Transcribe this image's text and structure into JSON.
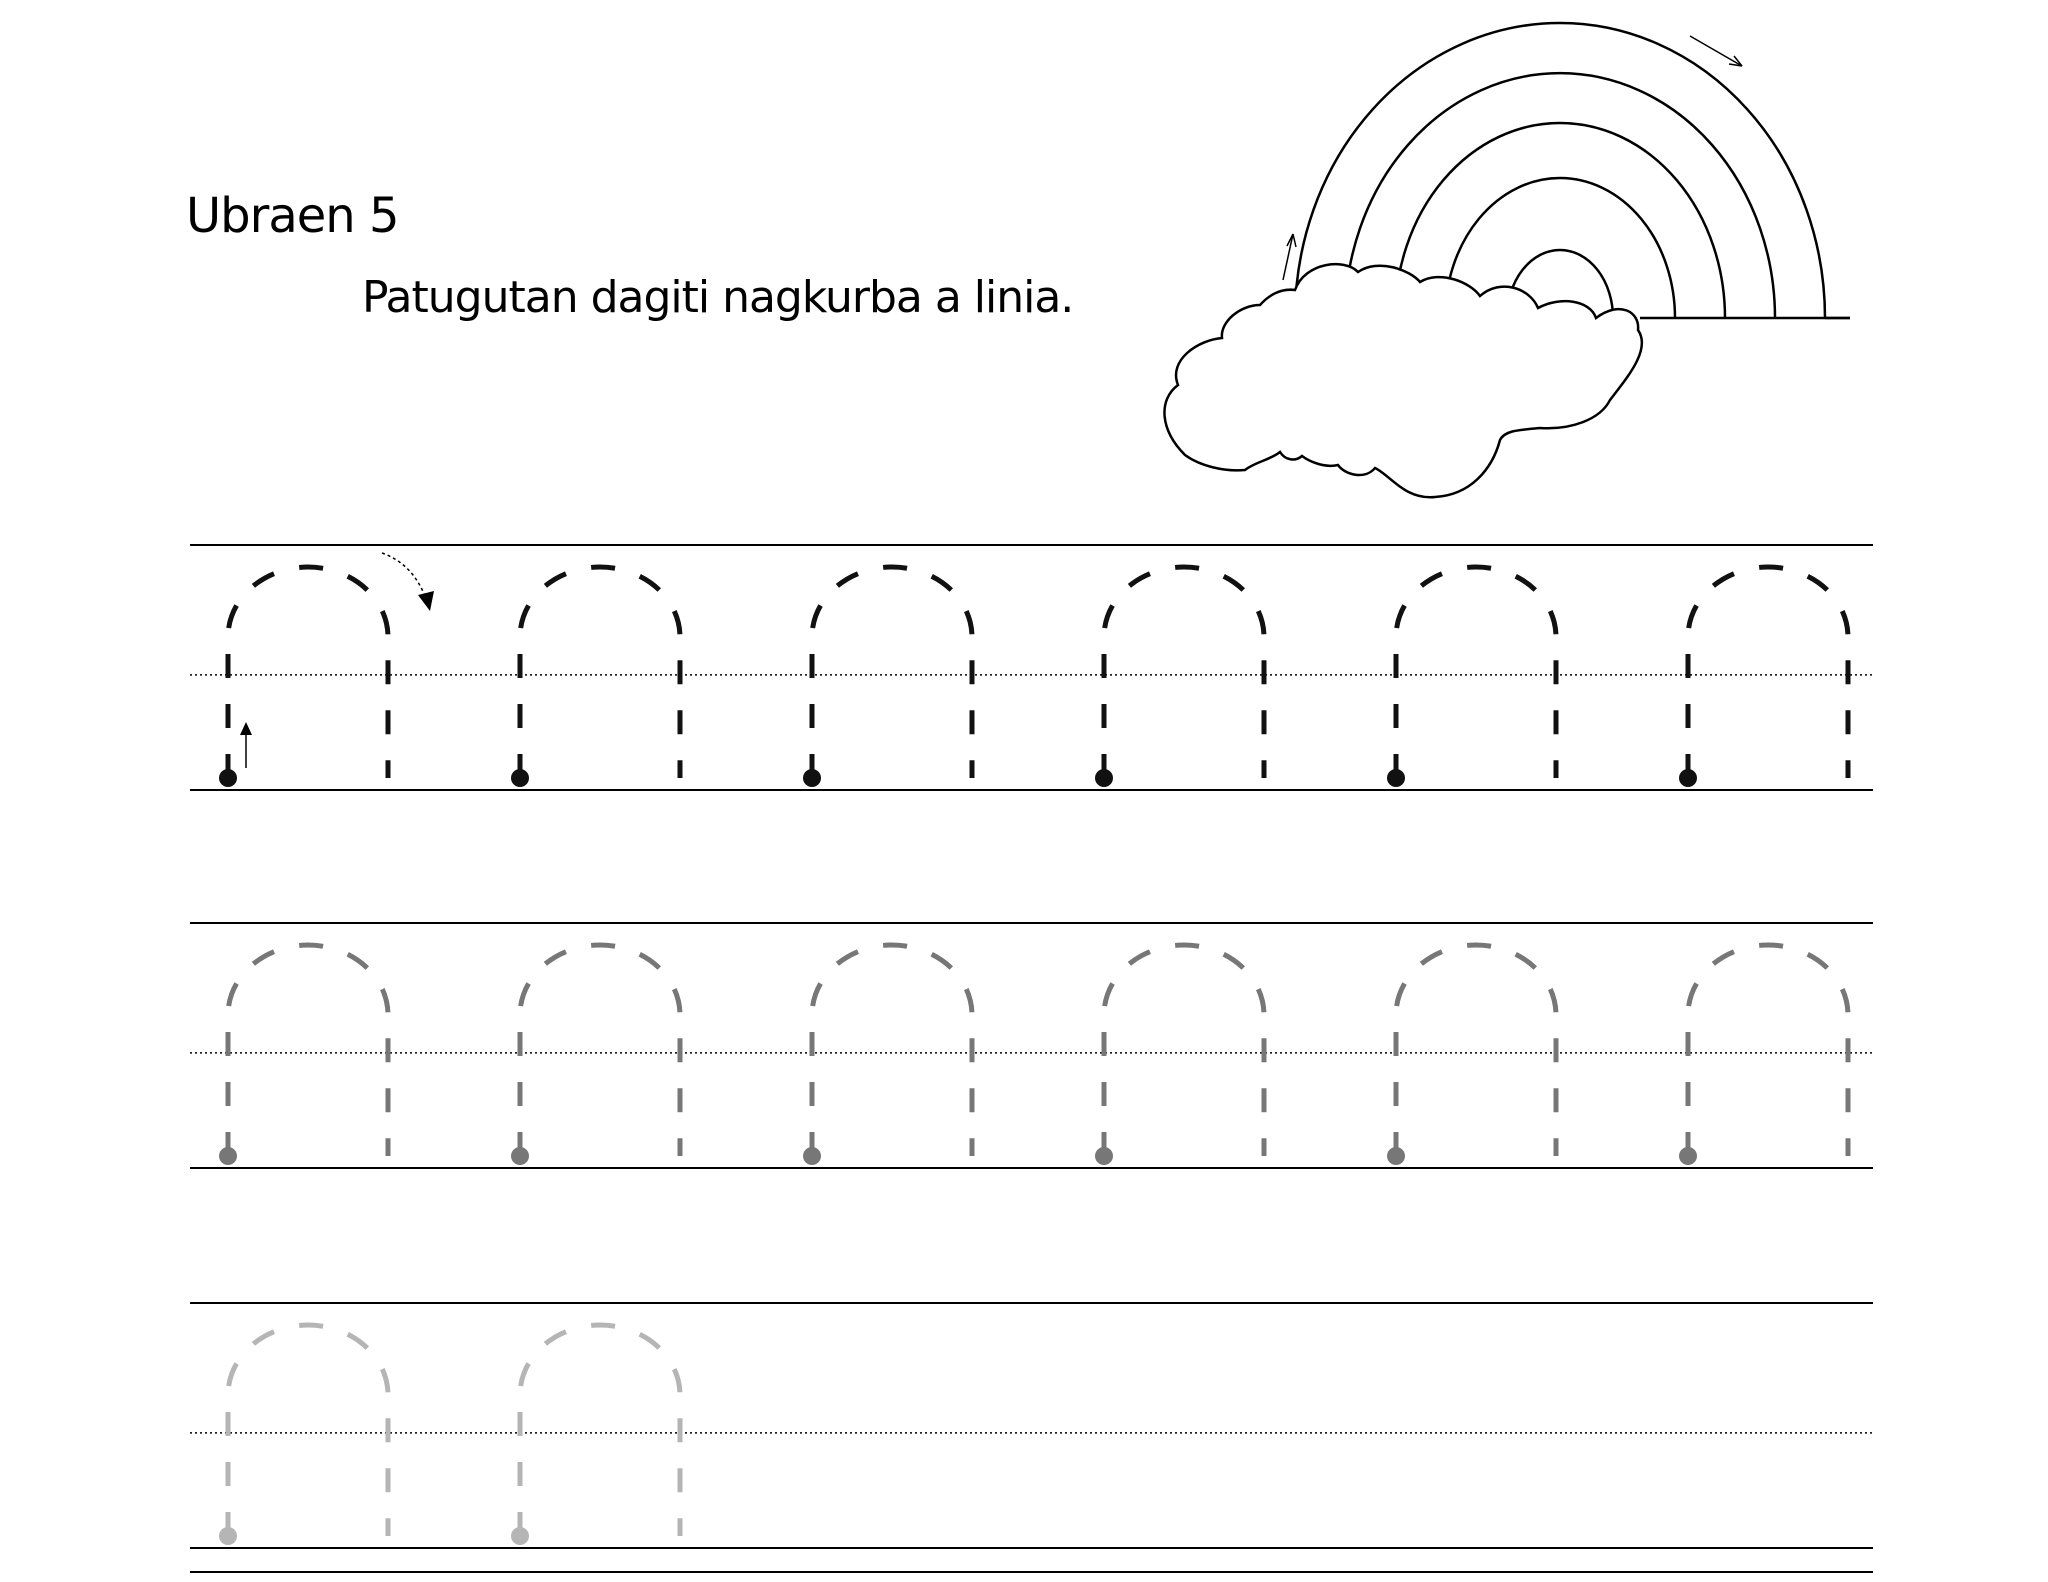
{
  "exercise": {
    "title": "Ubraen 5",
    "instruction": "Patugutan dagiti nagkurba a linia."
  },
  "rows": [
    {
      "arch_count": 6,
      "color": "#111111"
    },
    {
      "arch_count": 6,
      "color": "#777777"
    },
    {
      "arch_count": 2,
      "color": "#b5b5b5"
    }
  ]
}
